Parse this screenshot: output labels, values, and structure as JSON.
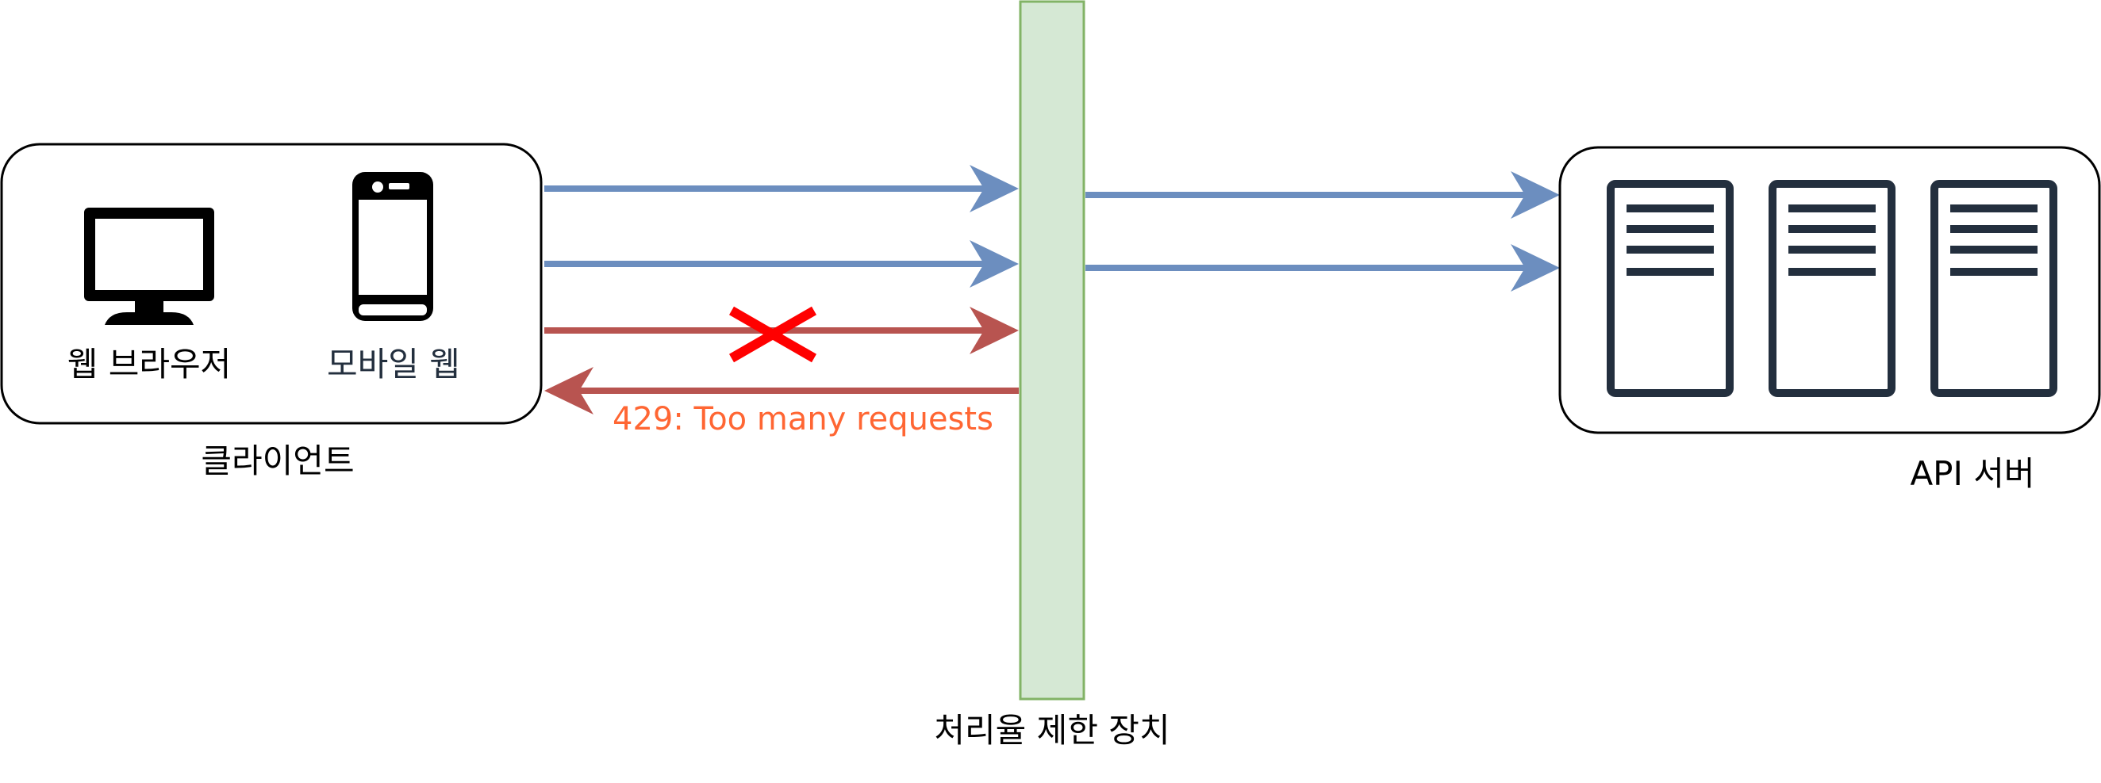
{
  "client": {
    "box_label": "클라이언트",
    "devices": [
      {
        "label": "웹 브라우저",
        "icon": "monitor-icon"
      },
      {
        "label": "모바일 웹",
        "icon": "mobile-phone-icon"
      }
    ]
  },
  "limiter": {
    "label": "처리율 제한 장치"
  },
  "server": {
    "label": "API 서버",
    "icon": "server-rack-icon",
    "rack_count": 3
  },
  "flows": {
    "allowed_requests": 2,
    "blocked_requests": 1,
    "forwarded_requests": 2,
    "rejection_text": "429: Too many requests"
  },
  "colors": {
    "allowed_arrow": "#6c8ebf",
    "blocked_arrow": "#b85450",
    "rejection_text": "#ff6633",
    "blocked_mark": "#ff0000",
    "limiter_fill": "#d5e8d4",
    "limiter_stroke": "#82b366",
    "icon_dark": "#232f3e",
    "mobile_label": "#232f3e"
  }
}
